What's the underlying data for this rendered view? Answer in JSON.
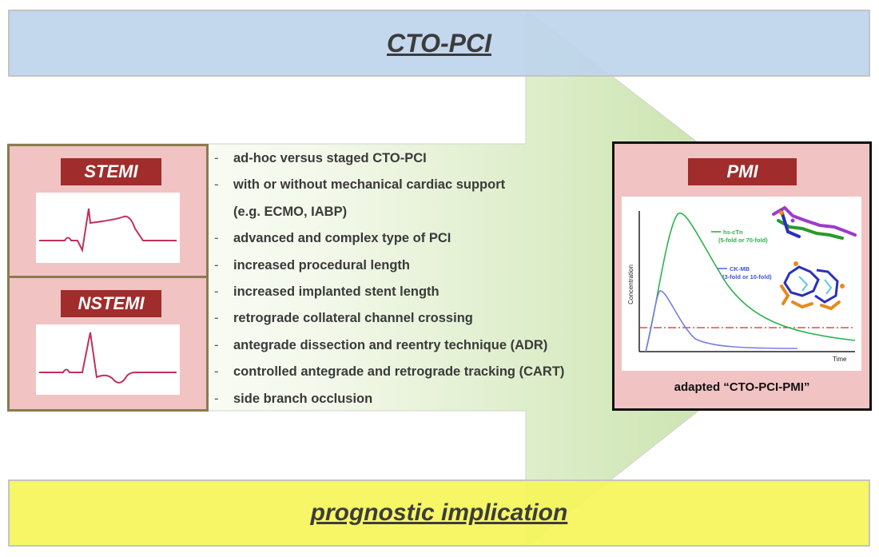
{
  "header": {
    "title": "CTO-PCI"
  },
  "footer": {
    "title": "prognostic implication"
  },
  "stemi": {
    "label": "STEMI"
  },
  "nstemi": {
    "label": "NSTEMI"
  },
  "factors": [
    "ad-hoc versus staged CTO-PCI",
    "with or without mechanical cardiac support",
    "(e.g. ECMO, IABP)",
    "advanced and complex type of PCI",
    "increased procedural length",
    "increased implanted stent length",
    "retrograde collateral channel crossing",
    "antegrade dissection and reentry technique (ADR)",
    "controlled antegrade and retrograde tracking (CART)",
    "side branch occlusion"
  ],
  "pmi": {
    "label": "PMI",
    "caption": "adapted “CTO-PCI-PMI”",
    "chart": {
      "ylabel": "Concentration",
      "xlabel": "Time",
      "hs_ctn": {
        "name": "hs-cTn",
        "note": "(5-fold or 70-fold)",
        "color": "#2bb24c"
      },
      "ck_mb": {
        "name": "CK-MB",
        "note": "(3-fold or 10-fold)",
        "color": "#5a6ee6"
      },
      "threshold_color": "#d62828"
    }
  },
  "colors": {
    "accent": "#a02c2c",
    "box_fill": "#f2c3c3",
    "arrow": "#c8e2a8",
    "top_banner": "#bed4ec",
    "bottom_banner": "#f5f55a"
  }
}
